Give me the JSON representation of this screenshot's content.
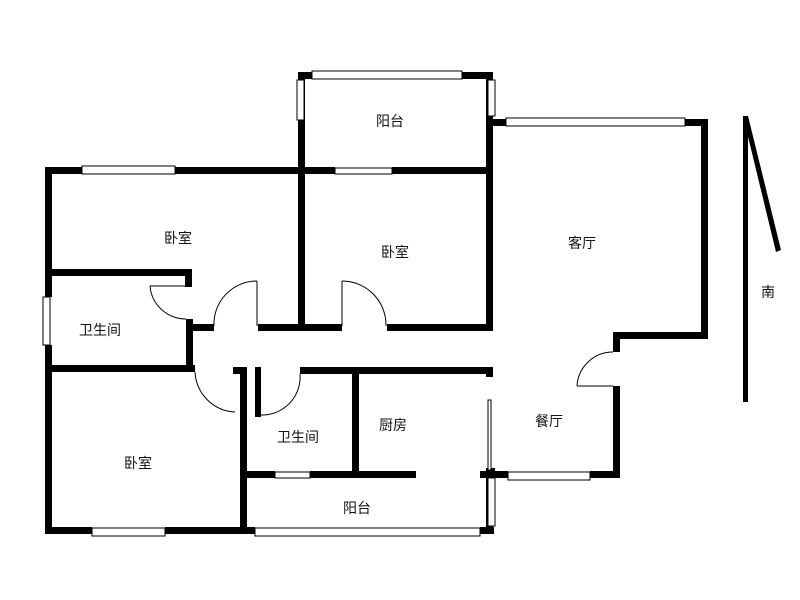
{
  "rooms": {
    "balcony_top": "阳台",
    "bedroom_nw": "卧室",
    "bedroom_center": "卧室",
    "living_room": "客厅",
    "bathroom_w": "卫生间",
    "bedroom_sw": "卧室",
    "bathroom_center": "卫生间",
    "kitchen": "厨房",
    "dining_room": "餐厅",
    "balcony_bottom": "阳台"
  },
  "compass": {
    "label": "南"
  },
  "colors": {
    "wall": "#000000",
    "background": "#ffffff"
  }
}
